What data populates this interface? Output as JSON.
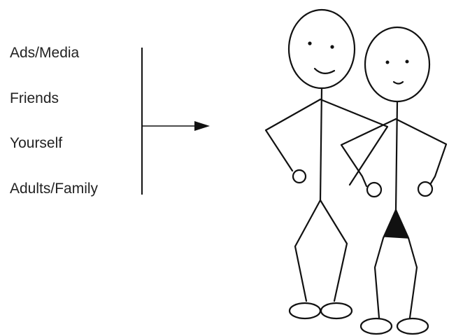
{
  "influences": {
    "items": [
      {
        "label": "Ads/Media"
      },
      {
        "label": "Friends"
      },
      {
        "label": "Yourself"
      },
      {
        "label": "Adults/Family"
      }
    ]
  },
  "colors": {
    "text": "#222222",
    "line": "#111111",
    "background": "#ffffff"
  },
  "icons": {
    "arrow": "right-arrow-icon",
    "figures": "stick-figure-couple-icon"
  }
}
